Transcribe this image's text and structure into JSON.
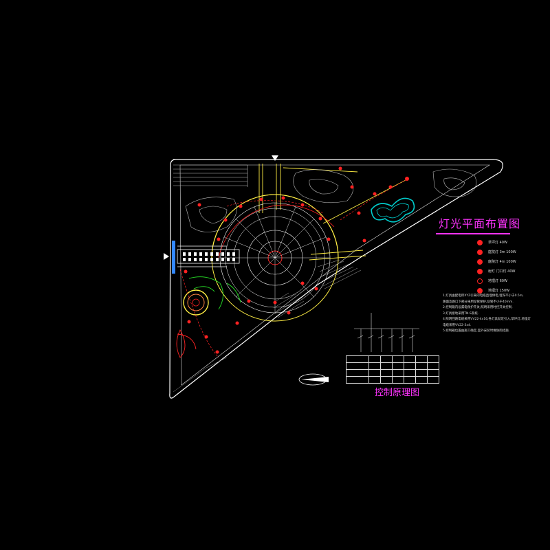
{
  "drawing": {
    "title": "灯光平面布置图",
    "control_title": "控制原理图"
  },
  "legend": [
    {
      "symbol": "filled",
      "label": "草坪灯 40W"
    },
    {
      "symbol": "filled",
      "label": "庭院灯 3m 100W"
    },
    {
      "symbol": "filled",
      "label": "庭院灯 4m 100W"
    },
    {
      "symbol": "filled",
      "label": "射灯 门口灯 40W"
    },
    {
      "symbol": "hollow",
      "label": "地埋灯 60W"
    },
    {
      "symbol": "filled",
      "label": "地埋灯 150W"
    }
  ],
  "notes": [
    "1.灯具由配电所XYZ引来的电缆直埋供电,埋深不小于0.5m,",
    "  路面及路口下部分采用穿管保护,穿管不小于40mm.",
    "2.控制箱内设漏电保护开关,照明采用时控开关控制.",
    "3.灯具接地采用TN-S系统.",
    "4.照明回路电缆采用VV22-4x16,各灯具就近引入,草坪灯,地埋灯",
    "  电缆采用VV22-3x4.",
    "5.控制箱位置由施工确定,室外安装时做防雨措施."
  ],
  "colors": {
    "background": "#000000",
    "boundary": "#ffffff",
    "path": "#ffee44",
    "circuit": "#ff2222",
    "water": "#00cccc",
    "plant": "#22cc22",
    "title": "#ff33ff"
  }
}
